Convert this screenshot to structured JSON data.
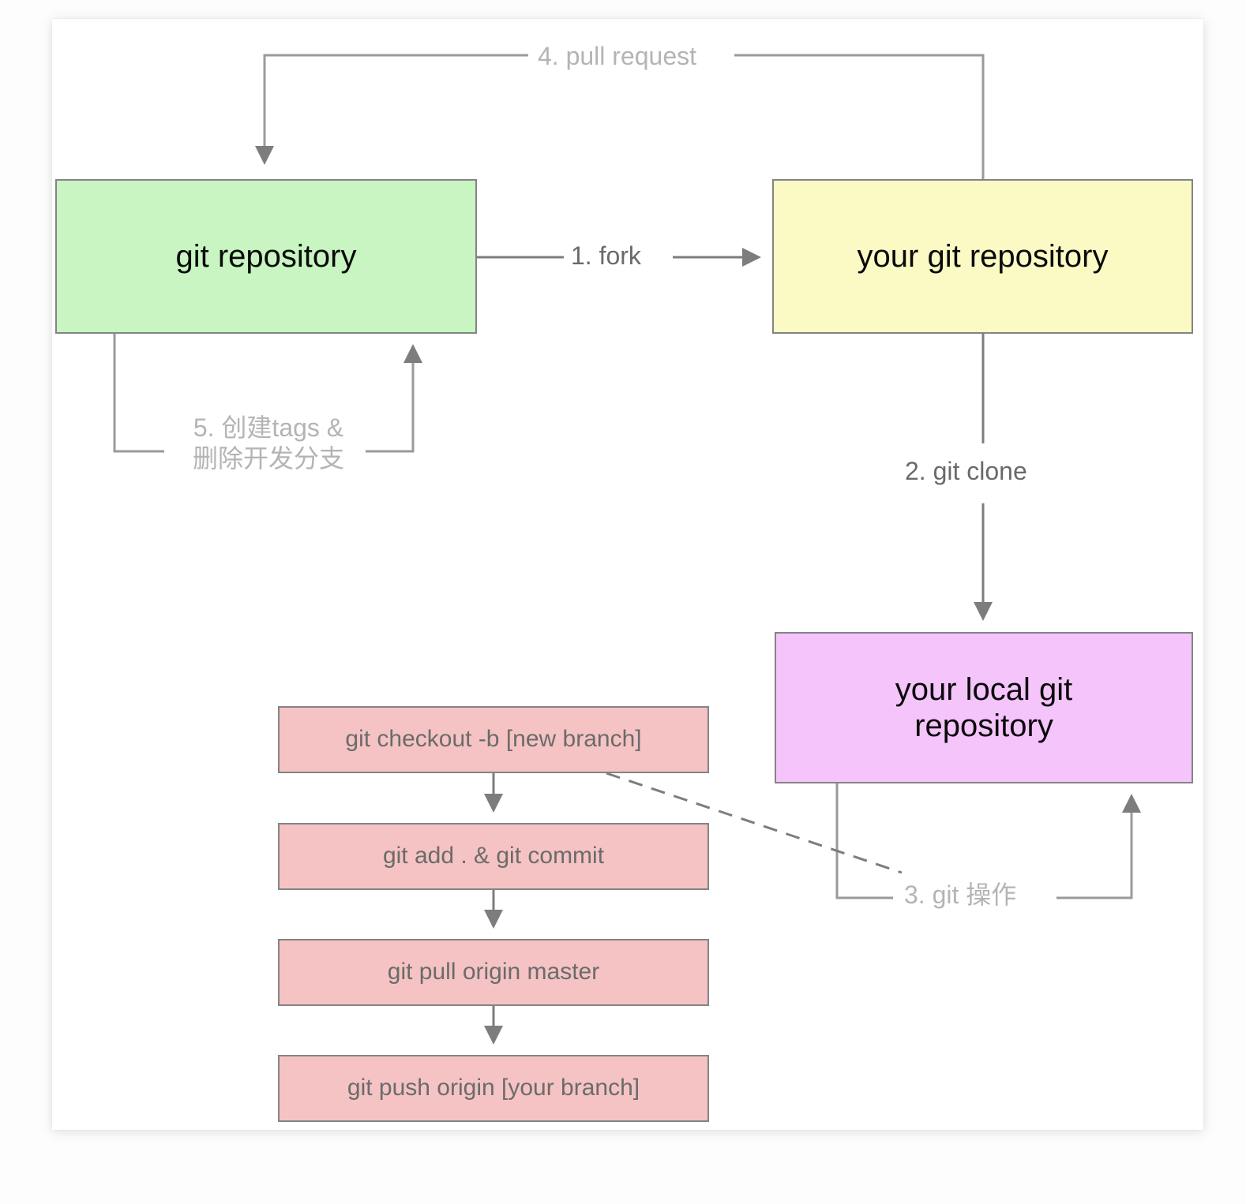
{
  "diagram": {
    "title": "git fork / pull request workflow",
    "colors": {
      "green": "#c8f5c1",
      "yellow": "#fbfac4",
      "purple": "#f4c4fb",
      "pink": "#f5c3c3",
      "stroke": "#848484",
      "label_dark": "#6a6a6a",
      "label_light": "#b4b4b4",
      "panel": "#ffffff",
      "background": "#fdfdfd"
    },
    "nodes": [
      {
        "id": "git-repository",
        "label": "git repository",
        "fill": "#c8f5c1"
      },
      {
        "id": "your-git-repository",
        "label": "your git repository",
        "fill": "#fbfac4"
      },
      {
        "id": "your-local-git-repository",
        "label": "your local git repository",
        "line1": "your local git",
        "line2": "repository",
        "fill": "#f4c4fb"
      }
    ],
    "commands": [
      {
        "id": "cmd-checkout",
        "label": "git checkout -b [new branch]"
      },
      {
        "id": "cmd-commit",
        "label": "git add . & git commit"
      },
      {
        "id": "cmd-pull",
        "label": "git pull origin master"
      },
      {
        "id": "cmd-push",
        "label": "git push origin [your branch]"
      }
    ],
    "edges": [
      {
        "id": "fork",
        "step": "1",
        "label": "1. fork",
        "from": "git-repository",
        "to": "your-git-repository",
        "tone": "dark"
      },
      {
        "id": "git-clone",
        "step": "2",
        "label": "2. git clone",
        "from": "your-git-repository",
        "to": "your-local-git-repository",
        "tone": "dark"
      },
      {
        "id": "git-ops",
        "step": "3",
        "label": "3. git 操作",
        "from": "your-local-git-repository",
        "to": "your-local-git-repository",
        "tone": "light"
      },
      {
        "id": "pull-request",
        "step": "4",
        "label": "4. pull request",
        "from": "your-git-repository",
        "to": "git-repository",
        "tone": "light"
      },
      {
        "id": "create-tags",
        "step": "5",
        "label": "5. 创建tags & 删除开发分支",
        "line1": "5. 创建tags &",
        "line2": "删除开发分支",
        "from": "git-repository",
        "to": "git-repository",
        "tone": "light"
      }
    ]
  }
}
